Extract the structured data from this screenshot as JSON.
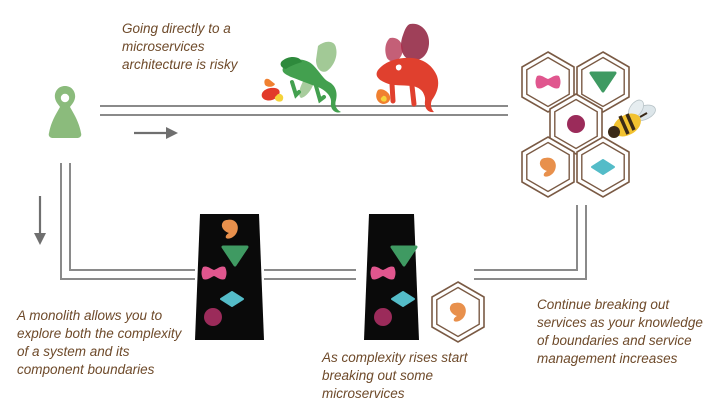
{
  "captions": {
    "risky": [
      "Going directly to a",
      "microservices",
      "architecture is risky"
    ],
    "monolith": [
      "A monolith allows you to",
      "explore both the complexity",
      "of a system and its",
      "component boundaries"
    ],
    "complexity": [
      "As complexity rises start",
      "breaking out some",
      "microservices"
    ],
    "continue": [
      "Continue breaking out",
      "services as your knowledge",
      "of boundaries and service",
      "management increases"
    ]
  },
  "icons": {
    "developer": "pawn-figure-icon",
    "dragon_small": "green-dragon-icon",
    "dragon_large": "red-dragon-icon",
    "bee": "bee-icon",
    "shapes": [
      "orange-comma-shape",
      "green-triangle-shape",
      "pink-bowtie-shape",
      "teal-diamond-shape",
      "maroon-circle-shape"
    ]
  },
  "colors": {
    "rail": "#8a8a8a",
    "arrow": "#6f6f6f",
    "caption_text": "#6e4a2a",
    "monolith": "#0a0a0a",
    "hexagon_outline": "#7a5a44",
    "developer": "#8bbb7c",
    "orange": "#e8904c",
    "green": "#3f9a62",
    "pink": "#e0568e",
    "teal": "#54bcc8",
    "maroon": "#9b2b5a"
  }
}
